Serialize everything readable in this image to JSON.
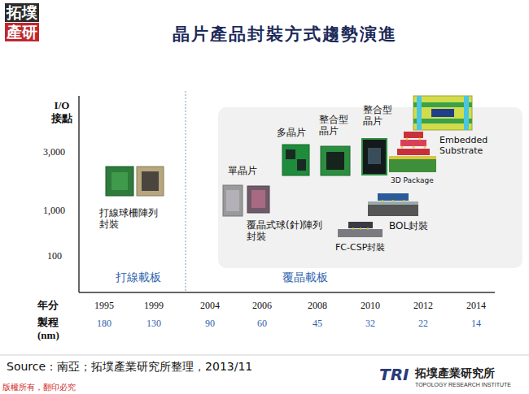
{
  "diagram": {
    "title": "晶片產品封裝方式趨勢演進",
    "caption": "Source：南亞；拓墣產業研究所整理，2013/11",
    "labels": [
      "拓墣",
      "產研",
      "I/O 接點",
      "3,000",
      "1,000",
      "100",
      "打線球柵陣列 封裝",
      "單晶片",
      "多晶片",
      "整合型 晶片",
      "整合型 晶片",
      "Embedded Substrate",
      "3D Package",
      "BOL封裝",
      "FC-CSP封裝",
      "覆晶式球(針)陣列 封裝",
      "打線載板",
      "覆晶載板",
      "年分",
      "1995",
      "1999",
      "2004",
      "2006",
      "2008",
      "2010",
      "2012",
      "2014",
      "製程 (nm)",
      "180",
      "130",
      "90",
      "60",
      "45",
      "32",
      "22",
      "14",
      "版權所有，翻印必究",
      "TRI",
      "拓墣產業研究所",
      "TOPOLOGY RESEARCH INSTITUTE"
    ]
  }
}
